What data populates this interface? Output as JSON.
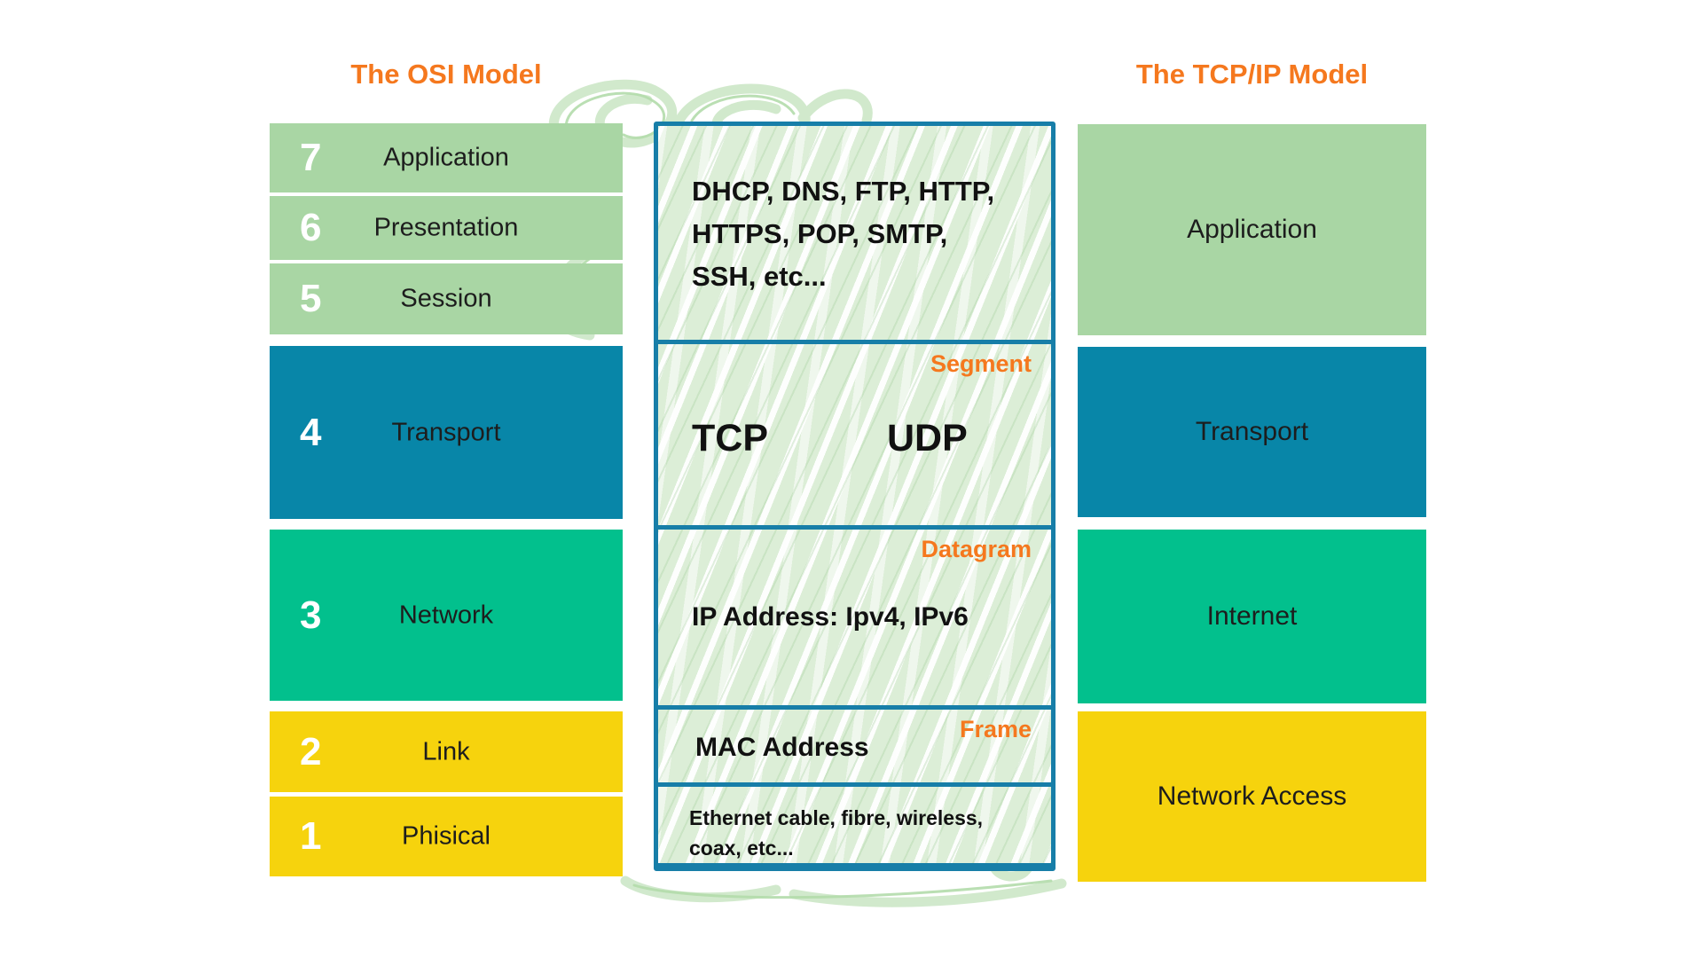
{
  "titles": {
    "osi": "The OSI Model",
    "tcpip": "The TCP/IP Model"
  },
  "colors": {
    "accent_orange": "#F5781E",
    "light_green": "#A9D6A4",
    "teal": "#0886A8",
    "green": "#02C08D",
    "yellow": "#F6D30D",
    "box_border_teal": "#177EA8",
    "scribble_green": "#CDE7C8",
    "text_dark": "#1D1D1D"
  },
  "osi": {
    "layers": [
      {
        "number": "7",
        "label": "Application",
        "color": "#A9D6A4"
      },
      {
        "number": "6",
        "label": "Presentation",
        "color": "#A9D6A4"
      },
      {
        "number": "5",
        "label": "Session",
        "color": "#A9D6A4"
      },
      {
        "number": "4",
        "label": "Transport",
        "color": "#0886A8"
      },
      {
        "number": "3",
        "label": "Network",
        "color": "#02C08D"
      },
      {
        "number": "2",
        "label": "Link",
        "color": "#F6D30D"
      },
      {
        "number": "1",
        "label": "Phisical",
        "color": "#F6D30D"
      }
    ]
  },
  "tcpip": {
    "layers": [
      {
        "label": "Application",
        "color": "#A9D6A4"
      },
      {
        "label": "Transport",
        "color": "#0886A8"
      },
      {
        "label": "Internet",
        "color": "#02C08D"
      },
      {
        "label": "Network Access",
        "color": "#F6D30D"
      }
    ]
  },
  "middle": {
    "application_protocols": {
      "lines": [
        "DHCP, DNS, FTP, HTTP,",
        "HTTPS, POP, SMTP,",
        "SSH, etc..."
      ]
    },
    "transport": {
      "tag": "Segment",
      "protocols": [
        "TCP",
        "UDP"
      ]
    },
    "network": {
      "tag": "Datagram",
      "text": "IP Address: Ipv4, IPv6"
    },
    "link": {
      "tag": "Frame",
      "text": "MAC Address"
    },
    "physical": {
      "lines": [
        "Ethernet cable, fibre, wireless,",
        "coax, etc..."
      ]
    }
  }
}
